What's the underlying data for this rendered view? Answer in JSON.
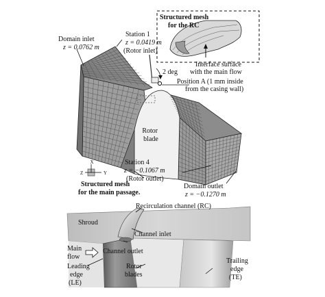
{
  "top_panel": {
    "domain_inlet": [
      "Domain inlet",
      "z = 0.0762 m"
    ],
    "station1": [
      "Station 1",
      "z = 0.0419 m",
      "(Rotor inlet)"
    ],
    "rc_mesh": [
      "Structured mesh",
      "for the RC"
    ],
    "interface": [
      "Interface surface",
      "with the main flow"
    ],
    "angle": "2 deg",
    "position_a": [
      "Position A (1 mm inside",
      "from the casing wall)"
    ],
    "rotor_blade": [
      "Rotor",
      "blade"
    ],
    "station4": [
      "Station 4",
      "z = −0.1067 m",
      "(Rotor outlet)"
    ],
    "domain_outlet": [
      "Domain outlet",
      "z = −0.1270 m"
    ],
    "main_mesh": [
      "Structured mesh",
      "for the main passage."
    ],
    "axes": {
      "z": "Z",
      "x": "X",
      "y": "Y"
    }
  },
  "bottom_panel": {
    "rc": "Recirculation channel (RC)",
    "shroud": "Shroud",
    "channel_inlet": "Channel inlet",
    "main_flow": [
      "Main",
      "flow"
    ],
    "channel_outlet": "Channel outlet",
    "leading_edge": [
      "Leading",
      "edge",
      "(LE)"
    ],
    "rotor_blades": [
      "Rotor",
      "blades"
    ],
    "trailing_edge": [
      "Trailing",
      "edge",
      "(TE)"
    ]
  }
}
